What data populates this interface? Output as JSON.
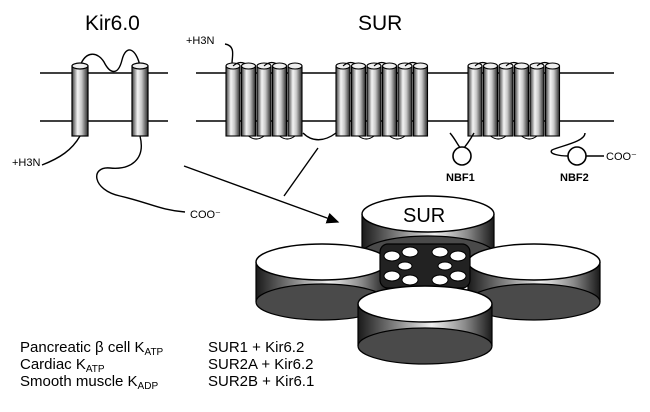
{
  "labels": {
    "kir_title": "Kir6.0",
    "sur_title": "SUR",
    "kir_n_term": "+H3N",
    "kir_c_term": "COO⁻",
    "sur_n_term": "+H3N",
    "sur_c_term": "COO⁻",
    "nbf1": "NBF1",
    "nbf2": "NBF2",
    "complex_label": "SUR"
  },
  "legend": [
    {
      "channel_prefix": "Pancreatic β cell K",
      "channel_sub": "ATP",
      "composition": "SUR1 + Kir6.2"
    },
    {
      "channel_prefix": "Cardiac K",
      "channel_sub": "ATP",
      "composition": "SUR2A + Kir6.2"
    },
    {
      "channel_prefix": "Smooth muscle K",
      "channel_sub": "ADP",
      "composition": "SUR2B + Kir6.1"
    }
  ],
  "colors": {
    "ink": "#000000",
    "background": "#ffffff",
    "shade": "#7a7a7a"
  }
}
